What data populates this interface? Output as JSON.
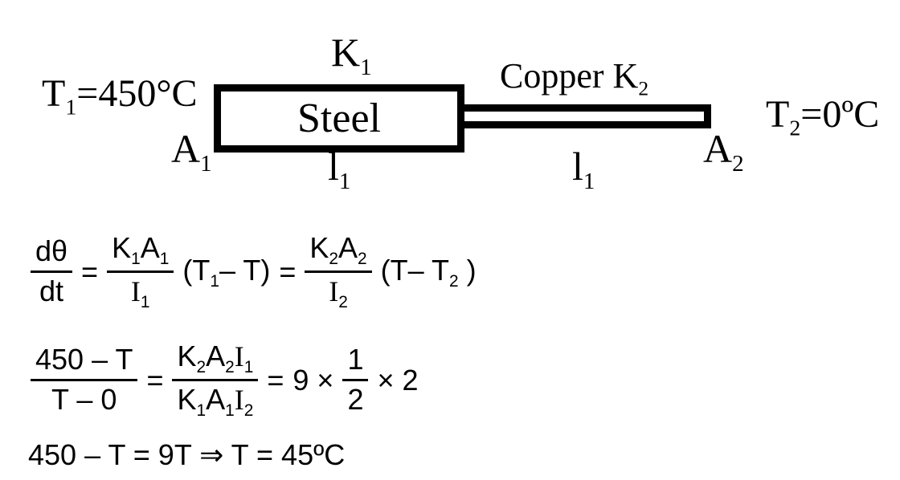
{
  "figure": {
    "background_color": "#ffffff",
    "ink_color": "#000000",
    "description_labels": {
      "left_material": "Steel",
      "right_material": "Copper"
    }
  },
  "diagram": {
    "t1_label": [
      {
        "t": "T"
      },
      {
        "t": "1",
        "sub": true
      },
      {
        "t": "=450°C"
      }
    ],
    "k1_label": [
      {
        "t": "K"
      },
      {
        "t": "1",
        "sub": true
      }
    ],
    "steel_label": [
      {
        "t": "Steel"
      }
    ],
    "a1_label": [
      {
        "t": "A"
      },
      {
        "t": "1",
        "sub": true
      }
    ],
    "l1_steel_label": [
      {
        "t": "l"
      },
      {
        "t": "1",
        "sub": true
      }
    ],
    "copper_k2_label": [
      {
        "t": "Copper K"
      },
      {
        "t": "2",
        "sub": true
      }
    ],
    "l1_copper_label": [
      {
        "t": "l"
      },
      {
        "t": "1",
        "sub": true
      }
    ],
    "a2_label": [
      {
        "t": "A"
      },
      {
        "t": "2",
        "sub": true
      }
    ],
    "t2_label": [
      {
        "t": "T"
      },
      {
        "t": "2",
        "sub": true
      },
      {
        "t": "=0ºC"
      }
    ]
  },
  "equations": {
    "eq1": {
      "f_lhs": {
        "num": [
          {
            "t": "dθ"
          }
        ],
        "den": [
          {
            "t": "dt"
          }
        ]
      },
      "eq_a": "=",
      "f_steel": {
        "num": [
          {
            "t": "K"
          },
          {
            "t": "1",
            "sub": true
          },
          {
            "t": "A"
          },
          {
            "t": "1",
            "sub": true
          }
        ],
        "den": [
          {
            "t": "I",
            "ser": true
          },
          {
            "t": "1",
            "sub": true
          }
        ]
      },
      "paren_1": [
        {
          "t": "(T"
        },
        {
          "t": "1",
          "sub": true
        },
        {
          "t": "– T)"
        }
      ],
      "eq_b": "=",
      "f_copper": {
        "num": [
          {
            "t": "K"
          },
          {
            "t": "2",
            "sub": true
          },
          {
            "t": "A"
          },
          {
            "t": "2",
            "sub": true
          }
        ],
        "den": [
          {
            "t": "I",
            "ser": true
          },
          {
            "t": "2",
            "sub": true
          }
        ]
      },
      "paren_2": [
        {
          "t": "(T– T"
        },
        {
          "t": "2",
          "sub": true
        },
        {
          "t": " )"
        }
      ]
    },
    "eq2": {
      "f_ratio": {
        "num": [
          {
            "t": "450 – T"
          }
        ],
        "den": [
          {
            "t": "T – 0"
          }
        ]
      },
      "eq_a": "=",
      "f_consts": {
        "num": [
          {
            "t": "K"
          },
          {
            "t": "2",
            "sub": true
          },
          {
            "t": "A"
          },
          {
            "t": "2",
            "sub": true
          },
          {
            "t": "I",
            "ser": true
          },
          {
            "t": "1",
            "sub": true
          }
        ],
        "den": [
          {
            "t": "K"
          },
          {
            "t": "1",
            "sub": true
          },
          {
            "t": "A"
          },
          {
            "t": "1",
            "sub": true
          },
          {
            "t": "I",
            "ser": true
          },
          {
            "t": "2",
            "sub": true
          }
        ]
      },
      "eq_b": "=",
      "nine_times": "9 ×",
      "f_half": {
        "num": [
          {
            "t": "1"
          }
        ],
        "den": [
          {
            "t": "2"
          }
        ]
      },
      "times_two": "× 2"
    },
    "eq3": [
      {
        "t": "450 – T = 9T ⇒ T = 45ºC"
      }
    ]
  }
}
